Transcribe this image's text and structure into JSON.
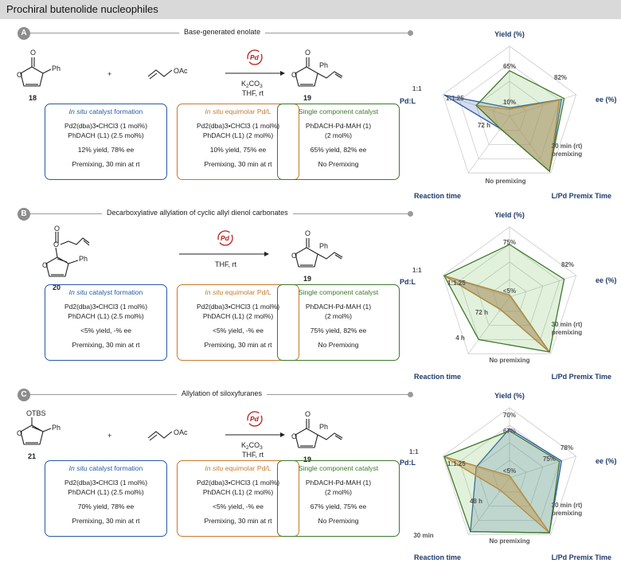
{
  "page": {
    "title": "Prochiral butenolide nucleophiles"
  },
  "colors": {
    "blue": "#2a59a6",
    "orange": "#c77a2f",
    "green": "#3d7a2b",
    "pd_red": "#b22222"
  },
  "panels": [
    {
      "letter": "A",
      "title": "Base-generated enolate",
      "reactants": [
        {
          "compound": "18",
          "substituent": "Ph"
        },
        {
          "plus": "+",
          "reagent": "OAc"
        }
      ],
      "catalyst_label": "Pd",
      "conditions": [
        "K2CO3",
        "THF, rt"
      ],
      "conditions_display": {
        "k": "K",
        "sub": "2",
        "co": "CO",
        "sub3": "3",
        "solvent": "THF, rt"
      },
      "product": {
        "compound": "19",
        "substituent": "Ph"
      },
      "cards": [
        {
          "header_italic": "In situ",
          "header_rest": " catalyst formation",
          "line1": "Pd2(dba)3•CHCl3 (1 mol%)",
          "line2": "PhDACH (L1) (2.5 mol%)",
          "result": "12% yield, 78% ee",
          "premix": "Premixing, 30 min at rt"
        },
        {
          "header_italic": "In situ",
          "header_rest": " equimolar Pd/L",
          "line1": "Pd2(dba)3•CHCl3 (1 mol%)",
          "line2": "PhDACH (L1) (2 mol%)",
          "result": "10% yield, 75% ee",
          "premix": "Premixing, 30 min at rt"
        },
        {
          "header_italic": "",
          "header_rest": "Single component catalyst",
          "line1": "PhDACH-Pd-MAH (1)",
          "line2": "(2 mol%)",
          "result": "65% yield, 82% ee",
          "premix": "No Premixing"
        }
      ],
      "radar": {
        "axes": [
          "Yield (%)",
          "ee (%)",
          "L/Pd Premix Time",
          "Reaction time",
          "Pd:L"
        ],
        "tick_labels": [
          "65%",
          "82%",
          "30 min (rt)\npremixing",
          "No premixing",
          "72 h",
          "1:1",
          "1:1.25",
          "10%"
        ],
        "series": [
          {
            "name": "In situ catalyst formation",
            "color": "blue",
            "values": [
              0.12,
              0.78,
              0.97,
              0.22,
              0.98
            ]
          },
          {
            "name": "In situ equimolar Pd/L",
            "color": "orange",
            "values": [
              0.1,
              0.75,
              0.97,
              0.22,
              0.5
            ]
          },
          {
            "name": "Single component catalyst",
            "color": "green",
            "values": [
              0.65,
              0.82,
              0.97,
              0.22,
              0.5
            ]
          }
        ]
      }
    },
    {
      "letter": "B",
      "title": "Decarboxylative allylation of cyclic allyl dienol carbonates",
      "reactants": [
        {
          "compound": "20",
          "substituent": "Ph"
        }
      ],
      "catalyst_label": "Pd",
      "conditions": [
        "THF, rt"
      ],
      "product": {
        "compound": "19",
        "substituent": "Ph"
      },
      "cards": [
        {
          "header_italic": "In situ",
          "header_rest": " catalyst formation",
          "line1": "Pd2(dba)3•CHCl3 (1 mol%)",
          "line2": "PhDACH (L1) (2.5 mol%)",
          "result": "<5% yield, -% ee",
          "premix": "Premixing, 30 min at rt"
        },
        {
          "header_italic": "In situ",
          "header_rest": " equimolar Pd/L",
          "line1": "Pd2(dba)3•CHCl3 (1 mol%)",
          "line2": "PhDACH (L1) (2 mol%)",
          "result": "<5% yield, -% ee",
          "premix": "Premixing, 30 min at rt"
        },
        {
          "header_italic": "",
          "header_rest": "Single component catalyst",
          "line1": "PhDACH-Pd-MAH (1)",
          "line2": "(2 mol%)",
          "result": "75% yield, 82% ee",
          "premix": "No Premixing"
        }
      ],
      "radar": {
        "axes": [
          "Yield (%)",
          "ee (%)",
          "L/Pd Premix Time",
          "Reaction time",
          "Pd:L"
        ],
        "tick_labels": [
          "75%",
          "82%",
          "30 min (rt)\npremixing",
          "No premixing",
          "4 h",
          "72 h",
          "1:1",
          "1:1.25",
          "<5%"
        ],
        "series": [
          {
            "name": "In situ catalyst formation",
            "color": "blue",
            "values": [
              0.03,
              0.0,
              0.97,
              0.22,
              0.98
            ]
          },
          {
            "name": "In situ equimolar Pd/L",
            "color": "orange",
            "values": [
              0.03,
              0.0,
              0.97,
              0.22,
              0.98
            ]
          },
          {
            "name": "Single component catalyst",
            "color": "green",
            "values": [
              0.75,
              0.82,
              0.97,
              0.75,
              0.98
            ]
          }
        ]
      }
    },
    {
      "letter": "C",
      "title": "Allylation of siloxyfuranes",
      "reactants": [
        {
          "compound": "21",
          "substituent": "Ph",
          "group": "OTBS"
        },
        {
          "plus": "+",
          "reagent": "OAc"
        }
      ],
      "catalyst_label": "Pd",
      "conditions": [
        "K2CO3",
        "THF, rt"
      ],
      "conditions_display": {
        "k": "K",
        "sub": "2",
        "co": "CO",
        "sub3": "3",
        "solvent": "THF, rt"
      },
      "product": {
        "compound": "19",
        "substituent": "Ph"
      },
      "cards": [
        {
          "header_italic": "In situ",
          "header_rest": " catalyst formation",
          "line1": "Pd2(dba)3•CHCl3 (1 mol%)",
          "line2": "PhDACH (L1) (2.5 mol%)",
          "result": "70% yield, 78% ee",
          "premix": "Premixing, 30 min at rt"
        },
        {
          "header_italic": "In situ",
          "header_rest": " equimolar Pd/L",
          "line1": "Pd2(dba)3•CHCl3 (1 mol%)",
          "line2": "PhDACH (L1) (2 mol%)",
          "result": "<5% yield, -% ee",
          "premix": "Premixing, 30 min at rt"
        },
        {
          "header_italic": "",
          "header_rest": "Single component catalyst",
          "line1": "PhDACH-Pd-MAH (1)",
          "line2": "(2 mol%)",
          "result": "67% yield, 75% ee",
          "premix": "No Premixing"
        }
      ],
      "radar": {
        "axes": [
          "Yield (%)",
          "ee (%)",
          "L/Pd Premix Time",
          "Reaction time",
          "Pd:L"
        ],
        "tick_labels": [
          "70%",
          "67%",
          "78%",
          "75%",
          "30 min (rt)\npremixing",
          "No premixing",
          "30 min",
          "48 h",
          "1:1",
          "1:1.25",
          "<5%"
        ],
        "series": [
          {
            "name": "In situ catalyst formation",
            "color": "blue",
            "values": [
              0.7,
              0.78,
              0.97,
              0.95,
              0.5
            ]
          },
          {
            "name": "In situ equimolar Pd/L",
            "color": "orange",
            "values": [
              0.03,
              0.0,
              0.97,
              0.22,
              0.98
            ]
          },
          {
            "name": "Single component catalyst",
            "color": "green",
            "values": [
              0.67,
              0.75,
              0.97,
              0.95,
              0.98
            ]
          }
        ]
      }
    }
  ]
}
